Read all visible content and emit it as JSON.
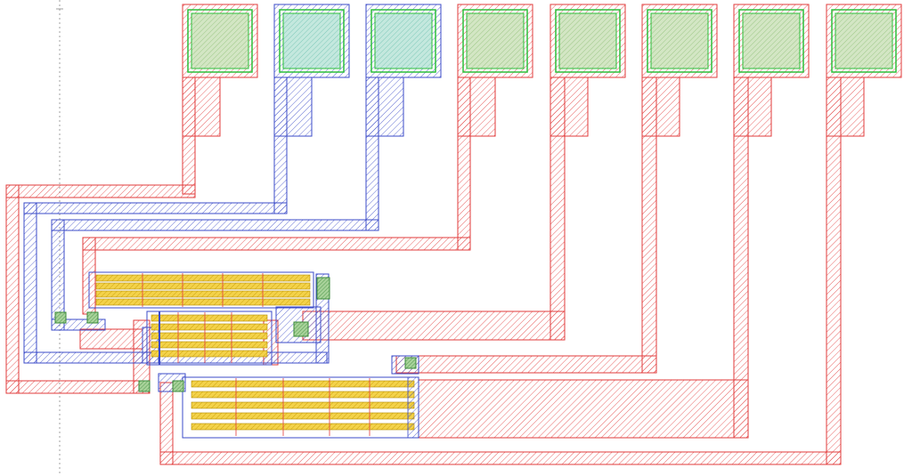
{
  "colors": {
    "background": "#ffffff",
    "metal1": "#e23b3b",
    "metal2": "#3b4bc8",
    "diffusion": "#e6b800",
    "pad_core": "#b8d6a8",
    "pad_core_alt": "#a8dcd0",
    "pad_ring": "#2bbf3a",
    "contact": "#3a8a3a",
    "guide": "#7a7a7a"
  },
  "layers": [
    {
      "name": "metal1",
      "pattern": "diagonal-hatch"
    },
    {
      "name": "metal2",
      "pattern": "diagonal-hatch"
    },
    {
      "name": "diffusion",
      "pattern": "diagonal-hatch-fill"
    }
  ],
  "pads": [
    {
      "id": 1,
      "layer": "metal1",
      "core": "pad_core"
    },
    {
      "id": 2,
      "layer": "metal2",
      "core": "pad_core_alt"
    },
    {
      "id": 3,
      "layer": "metal2",
      "core": "pad_core_alt"
    },
    {
      "id": 4,
      "layer": "metal1",
      "core": "pad_core"
    },
    {
      "id": 5,
      "layer": "metal1",
      "core": "pad_core"
    },
    {
      "id": 6,
      "layer": "metal1",
      "core": "pad_core"
    },
    {
      "id": 7,
      "layer": "metal1",
      "core": "pad_core"
    },
    {
      "id": 8,
      "layer": "metal1",
      "core": "pad_core"
    }
  ],
  "transistor_arrays": [
    {
      "id": "upper",
      "fingers": 4,
      "segments": 5
    },
    {
      "id": "middle",
      "fingers": 5,
      "segments": 5
    },
    {
      "id": "lower",
      "fingers": 5,
      "segments": 5
    }
  ]
}
